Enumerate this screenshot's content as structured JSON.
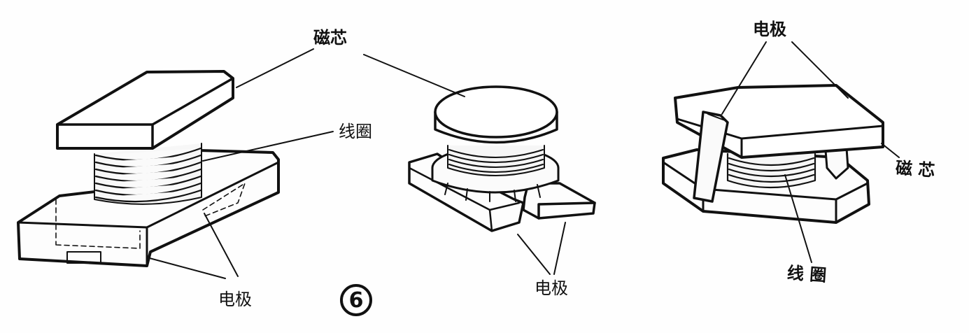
{
  "labels": {
    "core_mid": "磁芯",
    "coil_left": "线圈",
    "electrode_left": "电极",
    "electrode_mid": "电极",
    "electrode_right": "电极",
    "core_right": "磁 芯",
    "coil_right": "线 圈"
  },
  "figure_number": "6"
}
